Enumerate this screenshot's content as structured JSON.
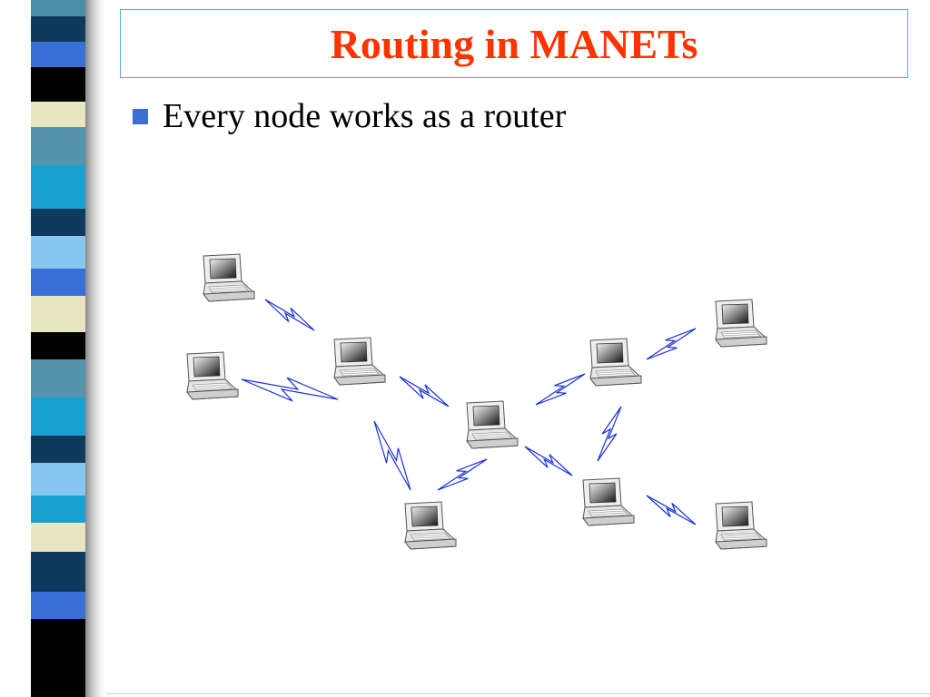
{
  "slide": {
    "title": "Routing in MANETs",
    "bullets": [
      {
        "text": "Every node works as a router",
        "bullet_color": "#3b6fd4"
      }
    ],
    "title_color": "#ff3300",
    "title_border_color": "#4fb0c6"
  },
  "decor": {
    "stripe_colors": [
      "#4a8fa8",
      "#0e3a5e",
      "#3a6fd8",
      "#000000",
      "#e8e6c0",
      "#5594ad",
      "#1aa0d2",
      "#0e3a5e",
      "#88c6f2",
      "#3a6fd8",
      "#e8e6c0",
      "#000000",
      "#5594ad",
      "#1aa0d2",
      "#0e3a5e",
      "#88c6f2",
      "#1aa0d2",
      "#e8e6c0",
      "#0e3a5e",
      "#3a6fd8",
      "#000000"
    ]
  },
  "diagram": {
    "node_icon": "laptop-icon",
    "link_icon": "wireless-bolt-icon",
    "link_color": "#1a2fd6",
    "nodes": [
      {
        "id": "n1"
      },
      {
        "id": "n2"
      },
      {
        "id": "n3"
      },
      {
        "id": "n4"
      },
      {
        "id": "n5"
      },
      {
        "id": "n6"
      },
      {
        "id": "n7"
      },
      {
        "id": "n8"
      },
      {
        "id": "n9"
      }
    ],
    "links": [
      {
        "from": "n1",
        "to": "n3"
      },
      {
        "from": "n2",
        "to": "n3"
      },
      {
        "from": "n3",
        "to": "n4"
      },
      {
        "from": "n3",
        "to": "n5"
      },
      {
        "from": "n4",
        "to": "n6"
      },
      {
        "from": "n6",
        "to": "n7"
      },
      {
        "from": "n6",
        "to": "n8"
      },
      {
        "from": "n4",
        "to": "n8"
      },
      {
        "from": "n4",
        "to": "n5"
      },
      {
        "from": "n8",
        "to": "n9"
      }
    ]
  }
}
